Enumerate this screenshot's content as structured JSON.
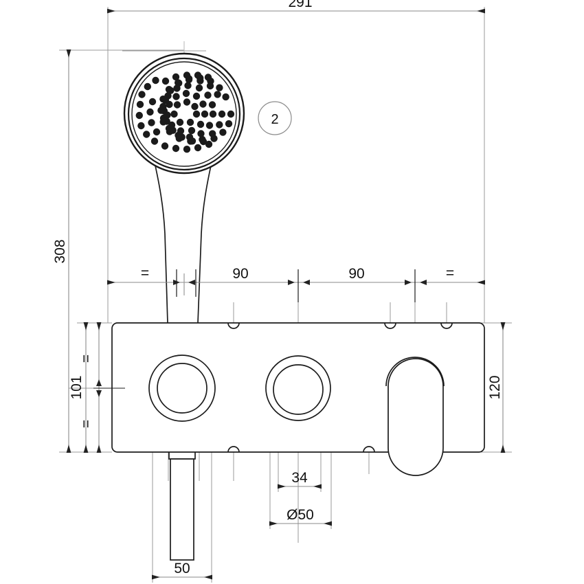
{
  "drawing": {
    "title": "Wall-mounted shower mixer technical drawing",
    "units": "mm",
    "line_color": "#1a1a1a",
    "dim_color": "#8a8a8a",
    "text_color": "#111111",
    "background": "#ffffff"
  },
  "dimensions": {
    "overall_width": "291",
    "overall_height": "308",
    "handset_bracket_height": "101",
    "plate_height": "120",
    "spacing_left": "90",
    "spacing_right": "90",
    "control_bore": "34",
    "control_diameter": "Ø50",
    "handset_width": "50",
    "equal_mark_left": "=",
    "equal_mark_right": "=",
    "equal_mark_inner_top": "=",
    "equal_mark_inner_bottom": "="
  },
  "callouts": [
    {
      "id": "balloon-2",
      "label": "2"
    }
  ],
  "parts": {
    "shower_head": "hand-shower-head",
    "shower_handle": "hand-shower-handle",
    "wall_plate": "wall-mounting-plate",
    "holder_ring": "handset-holder-ring",
    "round_control": "round-control-knob",
    "lever_control": "lever-handle"
  }
}
